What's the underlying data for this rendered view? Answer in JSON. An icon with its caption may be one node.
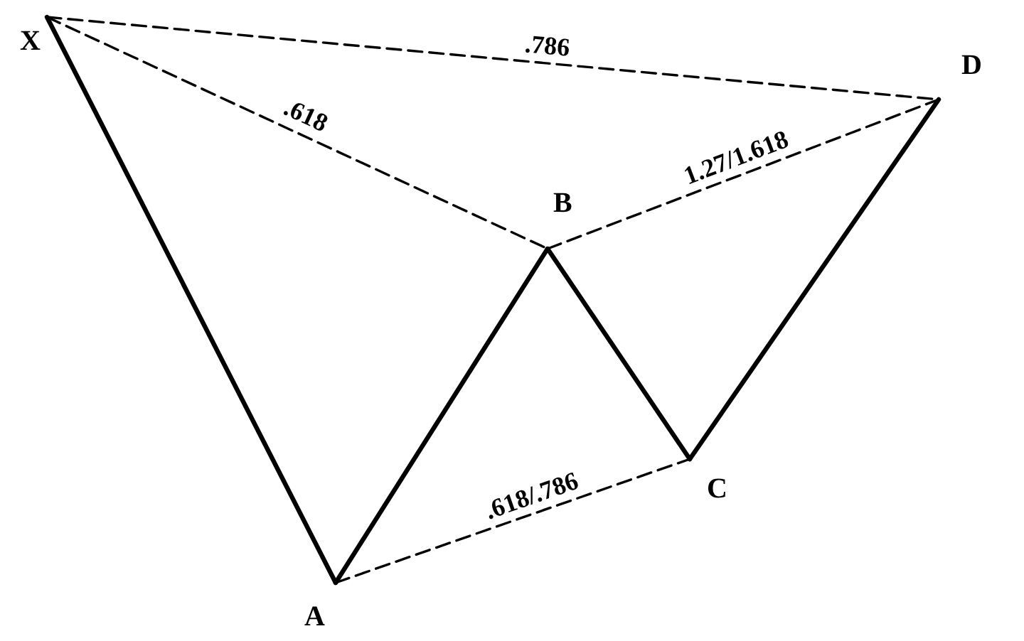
{
  "diagram": {
    "nodes": [
      {
        "text": [
          "X"
        ]
      },
      {
        "text": [
          "A"
        ]
      },
      {
        "text": [
          "B"
        ]
      },
      {
        "text": [
          "C"
        ]
      },
      {
        "text": [
          "D"
        ]
      }
    ],
    "edges": [
      {
        "from": 0,
        "to": 1,
        "arrow": "none",
        "style": "thick"
      },
      {
        "from": 1,
        "to": 2,
        "arrow": "none",
        "style": "thick"
      },
      {
        "from": 2,
        "to": 3,
        "arrow": "none",
        "style": "thick"
      },
      {
        "from": 3,
        "to": 4,
        "arrow": "none",
        "style": "thick"
      },
      {
        "from": 0,
        "to": 2,
        "arrow": "none",
        "label": ".618",
        "style": "dashed"
      },
      {
        "from": 0,
        "to": 4,
        "arrow": "none",
        "label": ".786",
        "style": "dashed"
      },
      {
        "from": 2,
        "to": 4,
        "arrow": "none",
        "label": "1.27/1.618",
        "style": "dashed"
      },
      {
        "from": 1,
        "to": 3,
        "arrow": "none",
        "label": ".618/.786",
        "style": "dashed"
      }
    ]
  }
}
